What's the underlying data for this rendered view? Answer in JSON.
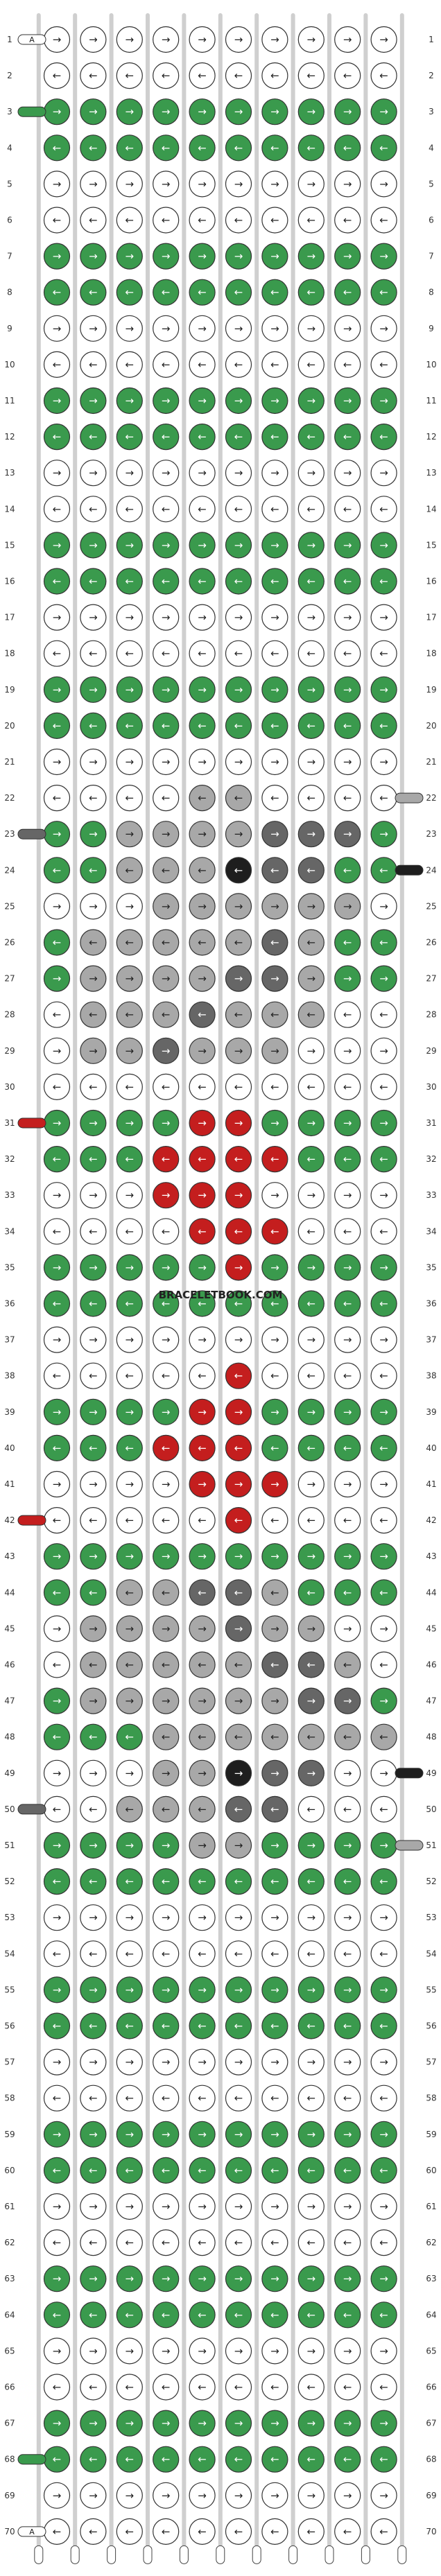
{
  "colors": {
    "A": "#ffffff",
    "B": "#3a9a4d",
    "C": "#a8a8a8",
    "D": "#666666",
    "E": "#1e1e1e",
    "F": "#c41e1e"
  },
  "pattern": {
    "strings": 10,
    "rows": 70,
    "string_colors": [
      "A",
      "A",
      "A",
      "A",
      "A",
      "A",
      "A",
      "A",
      "A",
      "A",
      "A"
    ],
    "knot_dirs": [
      "f",
      "b"
    ],
    "rows_knots": {
      "1": "AAAAAAAAAA",
      "2": "AAAAAAAAAA",
      "3": "BBBBBBBBBB",
      "4": "BBBBBBBBBB",
      "5": "AAAAAAAAAA",
      "6": "AAAAAAAAAA",
      "7": "BBBBBBBBBB",
      "8": "BBBBBBBBBB",
      "9": "AAAAAAAAAA",
      "10": "AAAAAAAAAA",
      "11": "BBBBBBBBBB",
      "12": "BBBBBBBBBB",
      "13": "AAAAAAAAAA",
      "14": "AAAAAAAAAA",
      "15": "BBBBBBBBBB",
      "16": "BBBBBBBBBB",
      "17": "AAAAAAAAAA",
      "18": "AAAAAAAAAA",
      "19": "BBBBBBBBBB",
      "20": "BBBBBBBBBB",
      "21": "AAAAAAAAAA",
      "22": "AAAACCAAAA",
      "23": "BBCCCCDDDB",
      "24": "BBCCCEDDBB",
      "25": "AAACCCCCCA",
      "26": "BCCCCCDCBB",
      "27": "BCCCCDDCBB",
      "28": "ACCCDCCCAA",
      "29": "ACCDCCCAAA",
      "30": "AAAAAAAAAA",
      "31": "BBBBFFBBBB",
      "32": "BBBFFFFBBB",
      "33": "AAAFFFAAAA",
      "34": "AAAAFFFAAA",
      "35": "BBBBBFBBBB",
      "36": "BBBBBBBBBB",
      "37": "AAAAAAAAAA",
      "38": "AAAAAFAAAA",
      "39": "BBBBFFBBBB",
      "40": "BBBFFFBBBB",
      "41": "AAAAFFFAAA",
      "42": "AAAAAFAAAA",
      "43": "BBBBBBBBBB",
      "44": "BBCCDDCBBB",
      "45": "ACCCCDCCAA",
      "46": "ACCCCCDDCA",
      "47": "BCCCCCCDDB",
      "48": "BBBCCCCCCC",
      "49": "AAACCEDDAA",
      "50": "AACCCDDAAA",
      "51": "BBBBCCBBBB",
      "52": "BBBBBBBBBB",
      "53": "AAAAAAAAAA",
      "54": "AAAAAAAAAA",
      "55": "BBBBBBBBBB",
      "56": "BBBBBBBBBB",
      "57": "AAAAAAAAAA",
      "58": "AAAAAAAAAA",
      "59": "BBBBBBBBBB",
      "60": "BBBBBBBBBB",
      "61": "AAAAAAAAAA",
      "62": "AAAAAAAAAA",
      "63": "BBBBBBBBBB",
      "64": "BBBBBBBBBB",
      "65": "AAAAAAAAAA",
      "66": "AAAAAAAAAA",
      "67": "BBBBBBBBBB",
      "68": "BBBBBBBBBB",
      "69": "AAAAAAAAAA",
      "70": "AAAAAAAAAA"
    }
  },
  "side_strings": {
    "left": [
      {
        "row": "1",
        "label": "A"
      },
      {
        "row": "3",
        "color": "B"
      },
      {
        "row": "23",
        "color": "D"
      },
      {
        "row": "31",
        "color": "F"
      },
      {
        "row": "42",
        "color": "F"
      },
      {
        "row": "50",
        "color": "D"
      },
      {
        "row": "68",
        "color": "B"
      },
      {
        "row": "70",
        "label": "A"
      }
    ],
    "right": [
      {
        "row": "22",
        "color": "C"
      },
      {
        "row": "24",
        "color": "E"
      },
      {
        "row": "49",
        "color": "E"
      },
      {
        "row": "51",
        "color": "C"
      }
    ]
  },
  "watermark": "BRACELETBOOK.COM"
}
